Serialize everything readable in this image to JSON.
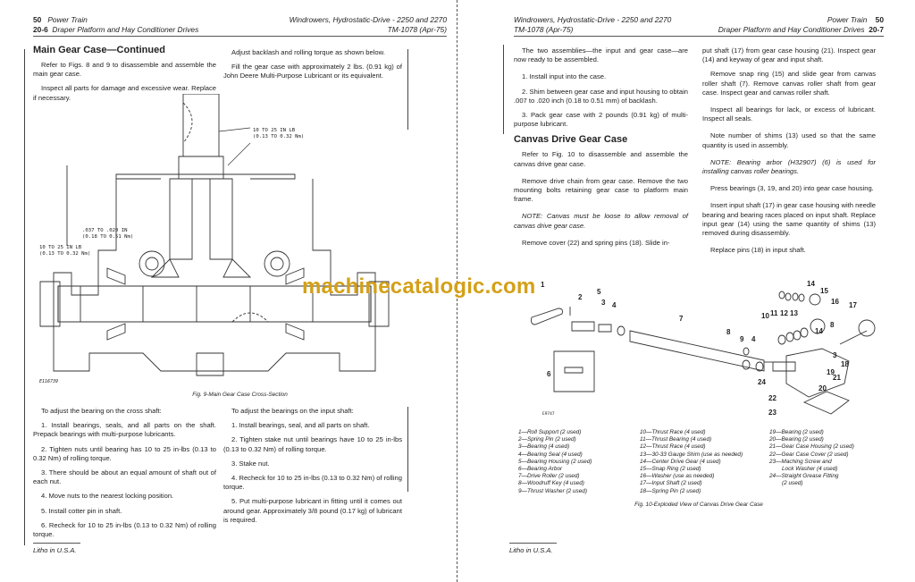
{
  "left_page": {
    "header": {
      "page_number": "50",
      "section": "Power Train",
      "page_code": "20-6",
      "subsection": "Draper Platform and Hay Conditioner Drives",
      "title": "Windrowers, Hydrostatic-Drive - 2250 and 2270",
      "manual": "TM-1078  (Apr-75)"
    },
    "heading": "Main Gear Case—Continued",
    "col1": [
      "Refer to Figs. 8 and 9 to disassemble and assemble the main gear case.",
      "Inspect all parts for damage and excessive wear. Replace if necessary."
    ],
    "col2": [
      "Adjust backlash and rolling torque as shown below.",
      "Fill the gear case with approximately 2 lbs. (0.91 kg) of John Deere Multi-Purpose Lubricant or its equivalent."
    ],
    "figure": {
      "callout_top": "10 TO 25 IN LB\n(0.13 TO 0.32 Nm)",
      "callout_backlash": ".037 TO .020 IN\n(0.18 TO 0.51 Nm)",
      "callout_left": "10 TO 25 IN LB\n(0.13 TO 0.32 Nm)",
      "figure_id": "E116739",
      "caption": "Fig. 9-Main Gear Case Cross-Section"
    },
    "cross_shaft": [
      "To adjust the bearing on the cross shaft:",
      "1. Install bearings, seals, and all parts on the shaft. Prepack bearings with multi-purpose lubricants.",
      "2. Tighten nuts until bearing has 10 to 25 in-lbs (0.13 to 0.32 Nm) of rolling torque.",
      "3. There should be about an equal amount of shaft out of each nut.",
      "4. Move nuts to the nearest locking position.",
      "5. Install cotter pin in shaft.",
      "6. Recheck for 10 to 25 in-lbs (0.13 to 0.32 Nm) of rolling torque."
    ],
    "input_shaft": [
      "To adjust the bearings on the input shaft:",
      "1. Install bearings, seal, and all parts on shaft.",
      "2. Tighten stake nut until bearings have 10 to 25 in-lbs (0.13 to 0.32 Nm) of rolling torque.",
      "3. Stake nut.",
      "4. Recheck for 10 to 25 in-lbs (0.13 to 0.32 Nm) of rolling torque.",
      "5. Put multi-purpose lubricant in fitting until it comes out around gear. Approximately 3/8 pound (0.17 kg) of lubricant is required."
    ],
    "footer": "Litho in U.S.A."
  },
  "right_page": {
    "header": {
      "title": "Windrowers, Hydrostatic-Drive - 2250 and 2270",
      "manual": "TM-1078  (Apr-75)",
      "section": "Power Train",
      "page_number": "50",
      "subsection": "Draper Platform and Hay Conditioner Drives",
      "page_code": "20-7"
    },
    "col1_intro": [
      "The two assemblies—the input and gear case—are now ready to be assembled.",
      "1. Install input into the case.",
      "2. Shim between gear case and input housing to obtain .007 to .020 inch (0.18 to 0.51 mm) of backlash.",
      "3. Pack gear case with 2 pounds (0.91 kg) of multi-purpose lubricant."
    ],
    "heading": "Canvas Drive Gear Case",
    "col1_body": [
      "Refer to Fig. 10 to disassemble and assemble the canvas drive gear case.",
      "Remove drive chain from gear case. Remove the two mounting bolts retaining gear case to platform main frame.",
      "NOTE: Canvas must be loose to allow removal of canvas drive gear case.",
      "Remove cover (22) and spring pins (18). Slide in-"
    ],
    "col2": [
      "put shaft (17) from gear case housing (21). Inspect gear (14) and keyway of gear and input shaft.",
      "Remove snap ring (15) and slide gear from canvas roller shaft (7). Remove canvas roller shaft from gear case. Inspect gear and canvas roller shaft.",
      "Inspect all bearings for lack, or excess of lubricant. Inspect all seals.",
      "Note number of shims (13) used so that the same quantity is used in assembly.",
      "NOTE: Bearing arbor (H32907) (6) is used for installing canvas roller bearings.",
      "Press bearings (3, 19, and 20) into gear case housing.",
      "Insert input shaft (17) in gear case housing with needle bearing and bearing races placed on input shaft. Replace input gear (14) using the same quantity of shims (13) removed during disassembly.",
      "Replace pins (18) in input shaft."
    ],
    "figure": {
      "figure_id": "E9747",
      "part_labels": [
        "1",
        "2",
        "5",
        "3",
        "4",
        "6",
        "7",
        "8",
        "9",
        "4",
        "10",
        "11",
        "12",
        "13",
        "14",
        "15",
        "16",
        "14",
        "17",
        "8",
        "3",
        "18",
        "19",
        "21",
        "24",
        "20",
        "22",
        "23"
      ],
      "legend": [
        [
          "1—Roll Support (2 used)",
          "2—Spring Pin (2 used)",
          "3—Bearing (4 used)",
          "4—Bearing Seal (4 used)",
          "5—Bearing Housing (2 used)",
          "6—Bearing Arbor",
          "7—Drive Roller (2 used)",
          "8—Woodruff Key (4 used)",
          "9—Thrust Washer (2 used)"
        ],
        [
          "10—Thrust Race (4 used)",
          "11—Thrust Bearing (4 used)",
          "12—Thrust Race (4 used)",
          "13—30-33 Gauge Shim (use as needed)",
          "14—Center Drive Gear (4 used)",
          "15—Snap Ring (2 used)",
          "16—Washer (use as needed)",
          "17—Input Shaft (2 used)",
          "18—Spring Pin (2 used)"
        ],
        [
          "19—Bearing (2 used)",
          "20—Bearing (2 used)",
          "21—Gear Case Housing (2 used)",
          "22—Gear Case Cover (2 used)",
          "23—Maching Screw and",
          "   Lock Washer (4 used)",
          "24—Straight Grease Fitting",
          "   (2 used)"
        ]
      ],
      "caption": "Fig. 10-Exploded View of Canvas Drive Gear Case"
    },
    "footer": "Litho in U.S.A."
  },
  "watermark": "machinecatalogic.com",
  "colors": {
    "watermark": "#d4a017",
    "ink": "#222222"
  }
}
